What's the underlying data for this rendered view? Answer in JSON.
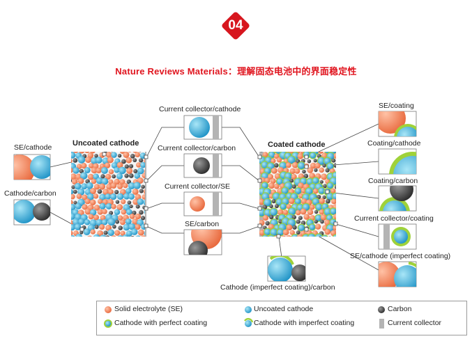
{
  "badge": {
    "number": "04",
    "color": "#d7161e"
  },
  "headline": "Nature Reviews Materials：理解固态电池中的界面稳定性",
  "diagram": {
    "uncoated_title": "Uncoated cathode",
    "coated_title": "Coated cathode",
    "left_insets": {
      "se_cathode": "SE/cathode",
      "cathode_carbon": "Cathode/carbon"
    },
    "center_insets": {
      "cc_cathode": "Current collector/cathode",
      "cc_carbon": "Current collector/carbon",
      "cc_se": "Current collector/SE",
      "se_carbon": "SE/carbon"
    },
    "right_insets": {
      "se_coating": "SE/coating",
      "coating_cathode": "Coating/cathode",
      "coating_carbon": "Coating/carbon",
      "cc_coating": "Current collector/coating",
      "se_cathode_imperfect": "SE/cathode (imperfect coating)"
    },
    "bottom_inset": "Cathode (imperfect coating)/carbon"
  },
  "legend": {
    "se": "Solid electrolyte (SE)",
    "uncoated": "Uncoated cathode",
    "carbon": "Carbon",
    "perfect": "Cathode with perfect coating",
    "imperfect": "Cathode with imperfect coating",
    "collector": "Current collector"
  },
  "colors": {
    "se": "#f07f55",
    "cathode": "#3fb4dc",
    "carbon": "#5a5a5a",
    "coating": "#9fd23a",
    "collector": "#b4b4b4"
  }
}
